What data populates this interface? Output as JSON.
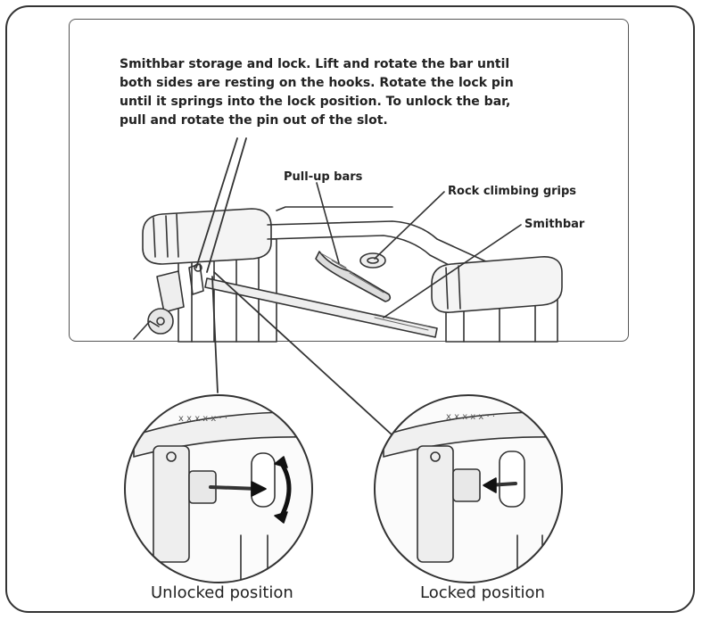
{
  "description": "Smithbar storage and lock. Lift and rotate the bar until both sides are resting on the hooks. Rotate the lock pin until it springs into the lock position. To unlock the bar, pull and rotate the pin out of the slot.",
  "callouts": {
    "pullup": "Pull-up bars",
    "grips": "Rock climbing grips",
    "smithbar": "Smithbar"
  },
  "captions": {
    "unlocked": "Unlocked position",
    "locked": "Locked position"
  }
}
